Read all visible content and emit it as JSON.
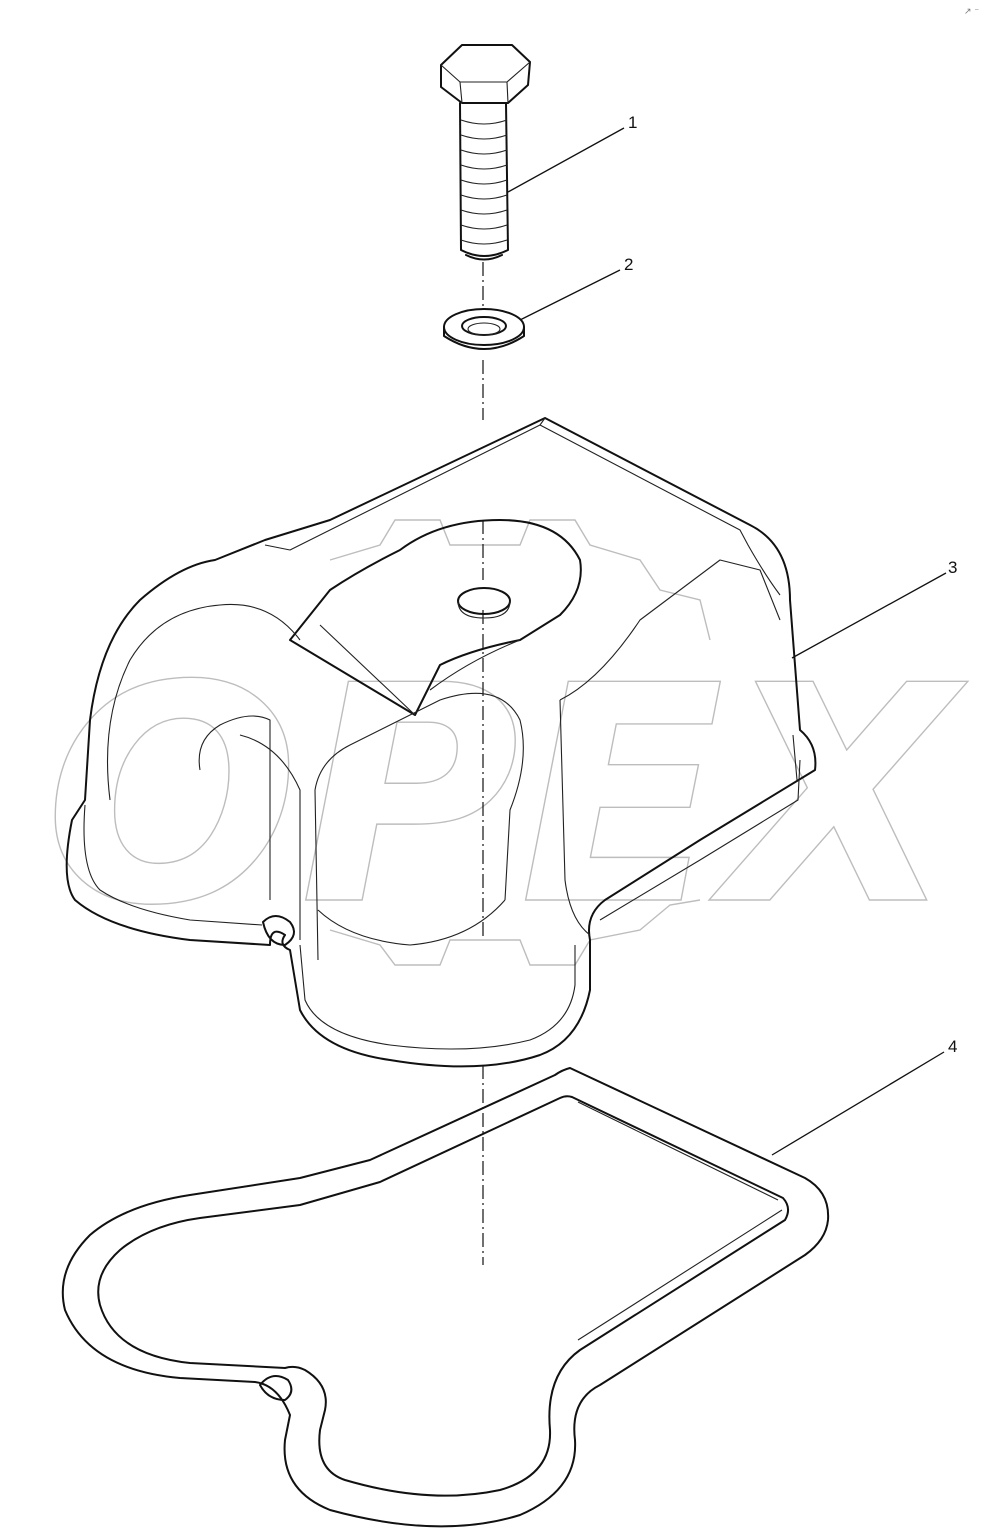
{
  "diagram": {
    "callouts": [
      {
        "label": "1",
        "part": "bolt"
      },
      {
        "label": "2",
        "part": "sealing-washer"
      },
      {
        "label": "3",
        "part": "valve-cover"
      },
      {
        "label": "4",
        "part": "gasket"
      }
    ],
    "watermark": {
      "text": "OPEX"
    },
    "corner_mark": "↗ ⁻"
  }
}
